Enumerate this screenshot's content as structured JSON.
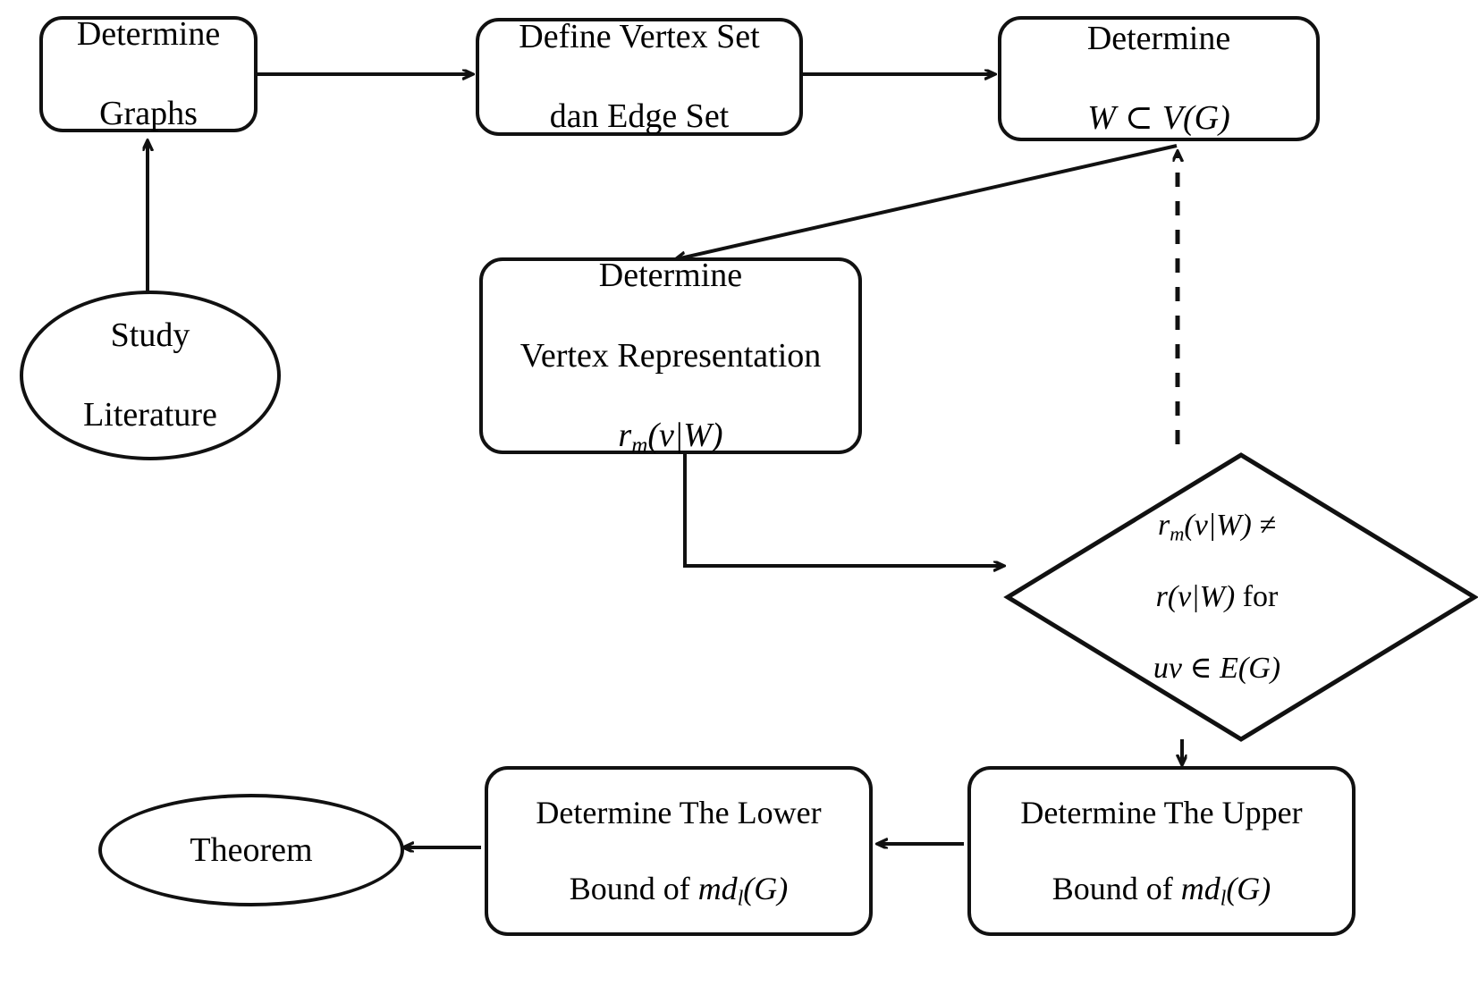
{
  "diagram": {
    "title": "Research flowchart for determining local metric dimension bounds",
    "stroke_color": "#111111",
    "background_color": "#ffffff",
    "nodes": [
      {
        "id": "determine-graphs",
        "shape": "rounded-rectangle",
        "line1": "Determine",
        "line2": "Graphs",
        "text": "Determine\nGraphs"
      },
      {
        "id": "define-vertex-edge-set",
        "shape": "rounded-rectangle",
        "line1": "Define Vertex Set",
        "line2": "dan Edge Set",
        "text": "Define Vertex Set\ndan Edge Set"
      },
      {
        "id": "determine-w-subset",
        "shape": "rounded-rectangle",
        "line1": "Determine",
        "line2": "W ⊂ V(G)",
        "math_var_w": "W",
        "math_subset": "⊂",
        "math_v": "V",
        "math_g": "(G)"
      },
      {
        "id": "study-literature",
        "shape": "ellipse",
        "line1": "Study",
        "line2": "Literature",
        "text": "Study\nLiterature"
      },
      {
        "id": "determine-vertex-representation",
        "shape": "rounded-rectangle",
        "line1": "Determine",
        "line2": "Vertex Representation",
        "line3_r": "r",
        "line3_sub": "m",
        "line3_rest": "(v|W)"
      },
      {
        "id": "decision-representation-check",
        "shape": "diamond",
        "line1_r": "r",
        "line1_sub": "m",
        "line1_rest": "(v|W) ≠",
        "line2_r": "r",
        "line2_rest": "(v|W) ",
        "line2_for": "for",
        "line3_uv": "uv",
        "line3_in": " ∈ ",
        "line3_eg": "E(G)"
      },
      {
        "id": "determine-upper-bound",
        "shape": "rounded-rectangle",
        "line1": "Determine The Upper",
        "line2_prefix": "Bound of ",
        "line2_md": "md",
        "line2_sub": "l",
        "line2_g": "(G)"
      },
      {
        "id": "determine-lower-bound",
        "shape": "rounded-rectangle",
        "line1": "Determine The Lower",
        "line2_prefix": "Bound of ",
        "line2_md": "md",
        "line2_sub": "l",
        "line2_g": "(G)"
      },
      {
        "id": "theorem",
        "shape": "ellipse",
        "text": "Theorem"
      }
    ],
    "connectors": [
      {
        "id": "study-literature-to-determine-graphs",
        "style": "solid",
        "arrow": "up"
      },
      {
        "id": "determine-graphs-to-define-sets",
        "style": "solid",
        "arrow": "right"
      },
      {
        "id": "define-sets-to-determine-w",
        "style": "solid",
        "arrow": "right"
      },
      {
        "id": "determine-w-to-vertex-representation",
        "style": "solid",
        "arrow": "diagonal-down-left"
      },
      {
        "id": "vertex-representation-to-decision",
        "style": "solid",
        "arrow": "right"
      },
      {
        "id": "decision-to-determine-w-feedback",
        "style": "dashed",
        "arrow": "up"
      },
      {
        "id": "decision-to-upper-bound",
        "style": "solid",
        "arrow": "down"
      },
      {
        "id": "upper-bound-to-lower-bound",
        "style": "solid",
        "arrow": "left"
      },
      {
        "id": "lower-bound-to-theorem",
        "style": "solid",
        "arrow": "left"
      }
    ]
  }
}
